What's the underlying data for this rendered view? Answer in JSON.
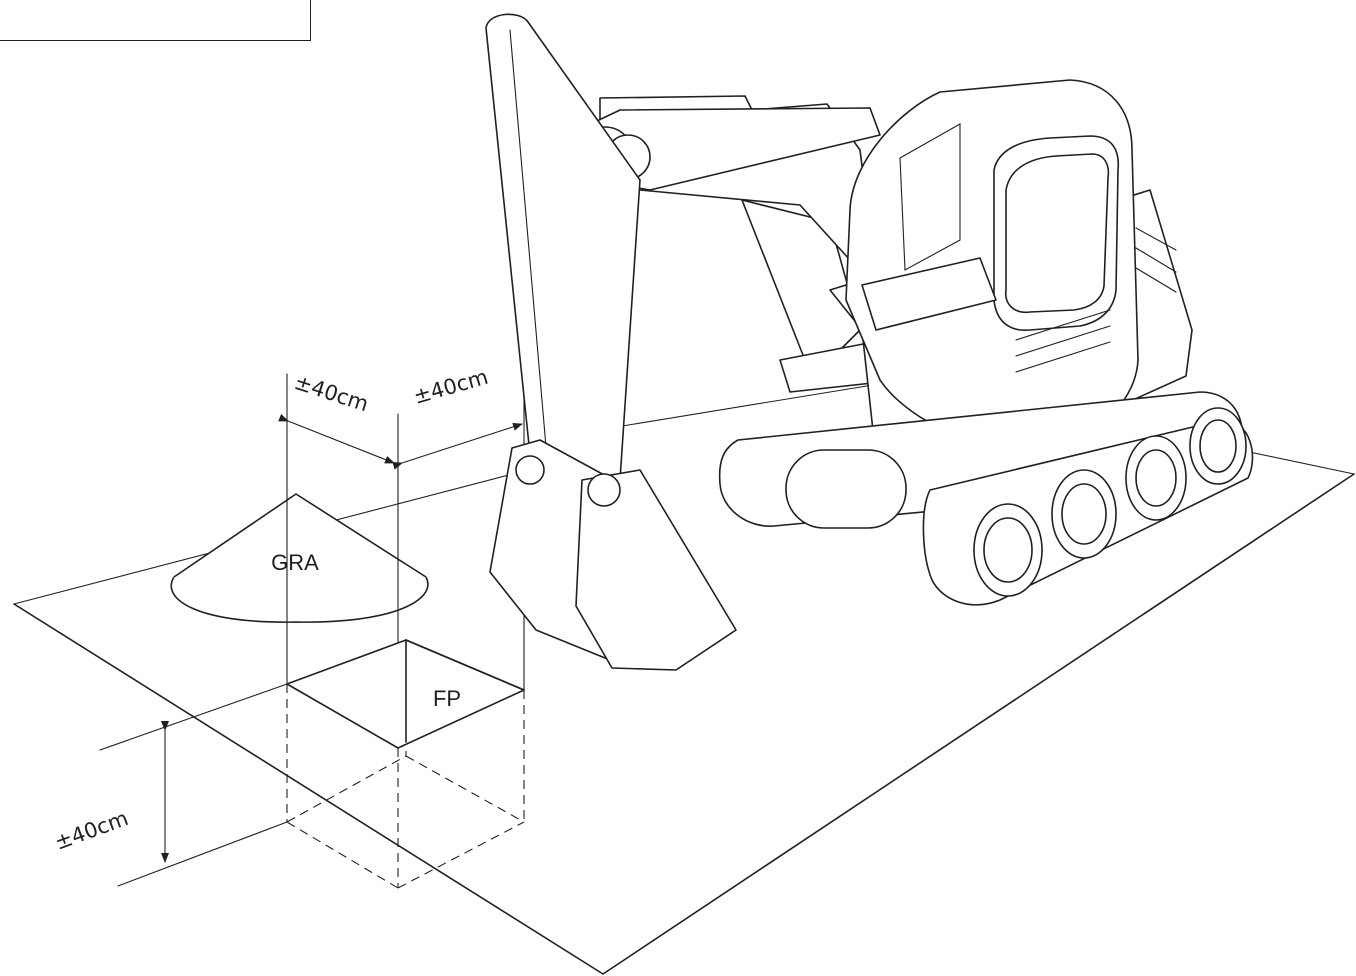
{
  "labels": {
    "gra": "GRA",
    "fp": "FP",
    "dim_top_left": "±40cm",
    "dim_top_right": "±40cm",
    "dim_vertical": "±40cm"
  },
  "colors": {
    "line": "#231f20",
    "background": "#ffffff"
  }
}
